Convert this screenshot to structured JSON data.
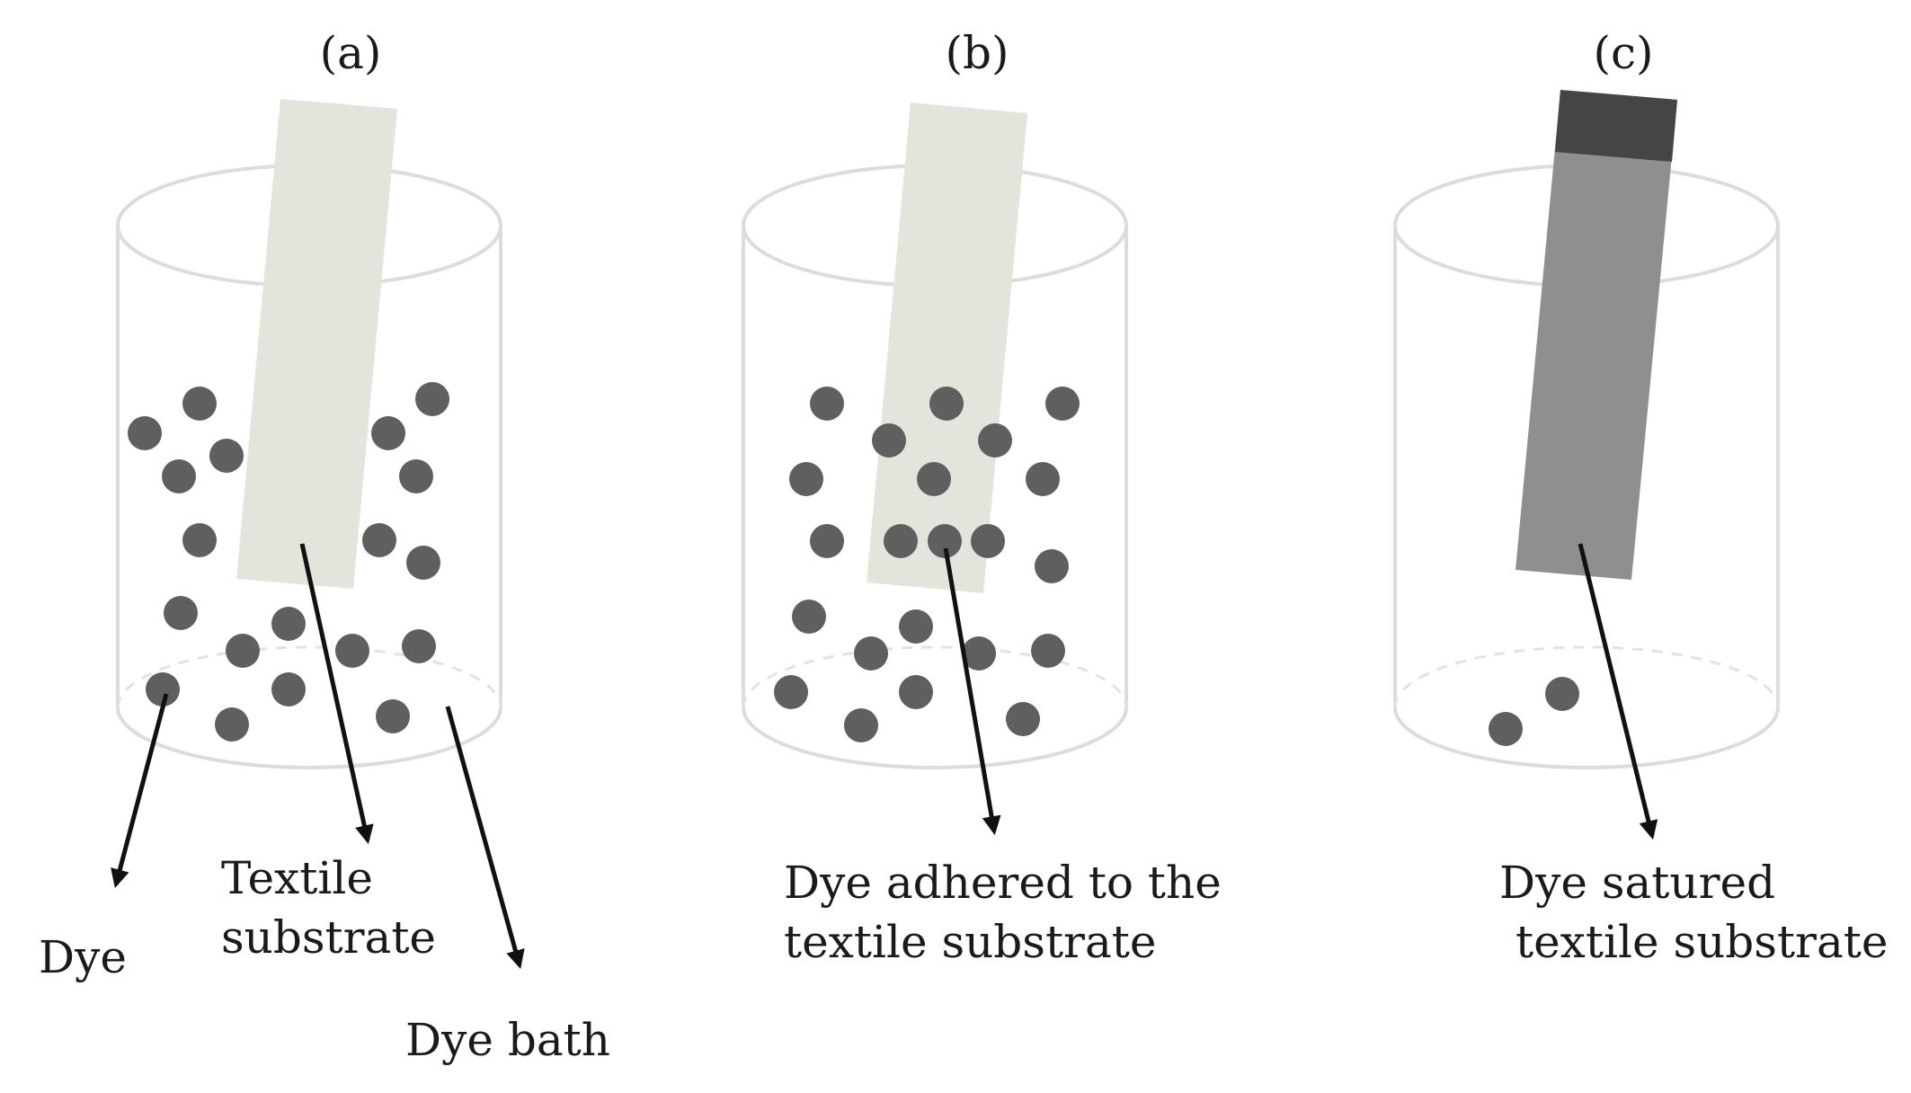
{
  "panels": [
    {
      "id": "a",
      "label": "(a)",
      "substrate_state": "undyed",
      "callouts": [
        {
          "key": "dye",
          "lines": [
            "Dye"
          ]
        },
        {
          "key": "textile",
          "lines": [
            "Textile",
            "substrate"
          ]
        },
        {
          "key": "bath",
          "lines": [
            "Dye bath"
          ]
        }
      ]
    },
    {
      "id": "b",
      "label": "(b)",
      "substrate_state": "undyed",
      "callouts": [
        {
          "key": "adhered",
          "lines": [
            "Dye adhered to the",
            "textile substrate"
          ]
        }
      ]
    },
    {
      "id": "c",
      "label": "(c)",
      "substrate_state": "saturated",
      "callouts": [
        {
          "key": "saturated",
          "lines": [
            "Dye satured",
            "textile substrate"
          ]
        }
      ]
    }
  ],
  "colors": {
    "beaker_outline": "#dcdcdc",
    "bottom_dash": "#e2e2e2",
    "dye_particle": "#5f5f5f",
    "substrate_undyed": "#e3e5dc",
    "substrate_saturated": "#8f8f8f",
    "substrate_saturated_top": "#454545",
    "arrow": "#111111"
  }
}
